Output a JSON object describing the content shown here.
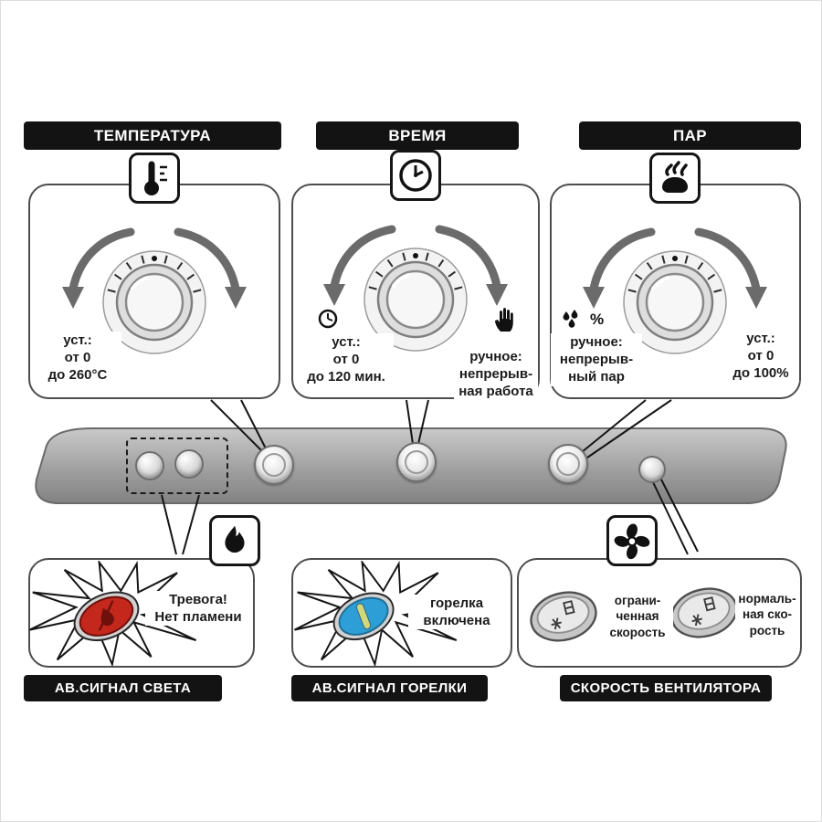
{
  "colors": {
    "label_bg": "#131313",
    "label_text": "#ffffff",
    "panel_border": "#4d4d4d",
    "arrow_gray": "#6b6b6b",
    "alarm_red": "#c4281c",
    "burner_blue": "#2d9fd6",
    "line_black": "#141414"
  },
  "sections": {
    "temperature": {
      "label": "ТЕМПЕРАТУРА",
      "icon": "thermometer-icon",
      "set_text": [
        "уст.:",
        "от 0",
        "до 260°C"
      ]
    },
    "time": {
      "label": "ВРЕМЯ",
      "icon": "clock-icon",
      "set_icon": "timer-icon",
      "set_text": [
        "уст.:",
        "от 0",
        "до 120 мин."
      ],
      "manual_icon": "hand-press-icon",
      "manual_text": [
        "ручное:",
        "непрерыв-",
        "ная работа"
      ]
    },
    "steam": {
      "label": "ПАР",
      "icon": "steam-icon",
      "manual_icon": "humidity-drops-icon",
      "percent": "%",
      "manual_text": [
        "ручное:",
        "непрерыв-",
        "ный пар"
      ],
      "set_text": [
        "уст.:",
        "от 0",
        "до 100%"
      ]
    }
  },
  "indicators": {
    "light_alarm": {
      "label": "АВ.СИГНАЛ СВЕТА",
      "icon": "flame-icon",
      "text": [
        "Тревога!",
        "Нет пламени"
      ]
    },
    "burner_alarm": {
      "label": "АВ.СИГНАЛ ГОРЕЛКИ",
      "text": [
        "горелка",
        "включена"
      ]
    },
    "fan_speed": {
      "label": "СКОРОСТЬ ВЕНТИЛЯТОРА",
      "icon": "fan-icon",
      "limited_text": [
        "ограни-",
        "ченная",
        "скорость"
      ],
      "normal_text": [
        "нормаль-",
        "ная ско-",
        "рость"
      ]
    }
  }
}
